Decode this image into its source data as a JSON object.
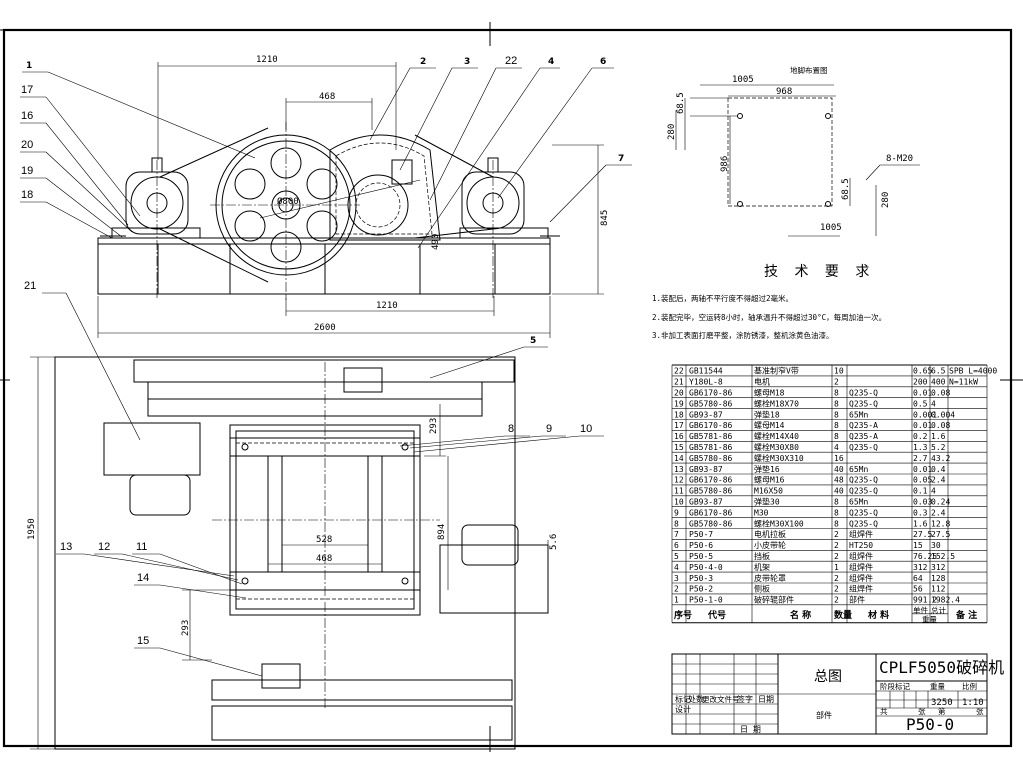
{
  "sheet": {
    "part_numbers_elevation": [
      "1",
      "17",
      "16",
      "20",
      "19",
      "18",
      "2",
      "3",
      "22",
      "4",
      "6",
      "7",
      "21"
    ],
    "part_numbers_plan": [
      "5",
      "8",
      "9",
      "10",
      "13",
      "12",
      "11",
      "14",
      "15"
    ],
    "dimensions": {
      "top_1210": "1210",
      "dim_468": "468",
      "dim_800": "Ø800",
      "dim_1210_low": "1210",
      "dim_2600": "2600",
      "dim_845": "845",
      "dim_490": "490",
      "plan_1950": "1950",
      "plan_293_top": "293",
      "plan_894": "894",
      "plan_528": "528",
      "plan_468": "468",
      "plan_293_bot": "293",
      "plan_side": "5.6"
    },
    "foundation": {
      "title": "地脚布置图",
      "d1005_top": "1005",
      "d968": "968",
      "d68_5_a": "68.5",
      "d280_left": "280",
      "d986": "986",
      "d8_m20": "8-M20",
      "d68_5_b": "68.5",
      "d280_right": "280",
      "d1005_bot": "1005"
    },
    "tech_req": {
      "title": "技 术 要 求",
      "items": [
        "1.装配后，两轴不平行度不得超过2毫米。",
        "2.装配完毕，空运转8小时，轴承温升不得超过30°C，每周加油一次。",
        "3.非加工表面打磨平整，涂防锈漆，整机涂黄色油漆。"
      ]
    },
    "bom": {
      "rows": [
        [
          "22",
          "GB11544",
          "基准制窄V带",
          "10",
          "",
          "0.65",
          "6.5",
          "SPB L=4000"
        ],
        [
          "21",
          "Y180L-8",
          "电机",
          "2",
          "",
          "200",
          "400",
          "N=11kW"
        ],
        [
          "20",
          "GB6170-86",
          "螺母M18",
          "8",
          "Q235-Q",
          "0.01",
          "0.08",
          ""
        ],
        [
          "19",
          "GB5780-86",
          "螺栓M18X70",
          "8",
          "Q235-Q",
          "0.5",
          "4",
          ""
        ],
        [
          "18",
          "GB93-87",
          "弹垫18",
          "8",
          "65Mn",
          "0.001",
          "0.004",
          ""
        ],
        [
          "17",
          "GB6170-86",
          "螺母M14",
          "8",
          "Q235-A",
          "0.01",
          "0.08",
          ""
        ],
        [
          "16",
          "GB5781-86",
          "螺栓M14X40",
          "8",
          "Q235-A",
          "0.2",
          "1.6",
          ""
        ],
        [
          "15",
          "GB5781-86",
          "螺栓M30X80",
          "4",
          "Q235-Q",
          "1.3",
          "5.2",
          ""
        ],
        [
          "14",
          "GB5780-86",
          "螺栓M30X310",
          "16",
          "",
          "2.7",
          "43.2",
          ""
        ],
        [
          "13",
          "GB93-87",
          "弹垫16",
          "40",
          "65Mn",
          "0.01",
          "0.4",
          ""
        ],
        [
          "12",
          "GB6170-86",
          "螺母M16",
          "48",
          "Q235-Q",
          "0.05",
          "2.4",
          ""
        ],
        [
          "11",
          "GB5780-86",
          "M16X50",
          "40",
          "Q235-Q",
          "0.1",
          "4",
          ""
        ],
        [
          "10",
          "GB93-87",
          "弹垫30",
          "8",
          "65Mn",
          "0.03",
          "0.24",
          ""
        ],
        [
          "9",
          "GB6170-86",
          "M30",
          "8",
          "Q235-Q",
          "0.3",
          "2.4",
          ""
        ],
        [
          "8",
          "GB5780-86",
          "螺栓M30X100",
          "8",
          "Q235-Q",
          "1.6",
          "12.8",
          ""
        ],
        [
          "7",
          "P50-7",
          "电机拉板",
          "2",
          "组焊件",
          "27.5",
          "27.5",
          ""
        ],
        [
          "6",
          "P50-6",
          "小皮带轮",
          "2",
          "HT250",
          "15",
          "30",
          ""
        ],
        [
          "5",
          "P50-5",
          "挡板",
          "2",
          "组焊件",
          "76.25",
          "152.5",
          ""
        ],
        [
          "4",
          "P50-4-0",
          "机架",
          "1",
          "组焊件",
          "312",
          "312",
          ""
        ],
        [
          "3",
          "P50-3",
          "皮带轮罩",
          "2",
          "组焊件",
          "64",
          "128",
          ""
        ],
        [
          "2",
          "P50-2",
          "侧板",
          "2",
          "组焊件",
          "56",
          "112",
          ""
        ],
        [
          "1",
          "P50-1-0",
          "破碎辊部件",
          "2",
          "部件",
          "991.2",
          "1982.4",
          ""
        ]
      ],
      "header": {
        "seq": "序号",
        "code": "代号",
        "name": "名 称",
        "qty": "数量",
        "material": "材 料",
        "unit_weight": "单件",
        "total_weight": "总计",
        "weight": "重量",
        "remark": "备 注"
      }
    },
    "title_block": {
      "drawing_title": "总图",
      "product": "CPLF5050破碎机",
      "weight": "3250",
      "scale": "1:10",
      "drawing_no": "P50-0",
      "part_label": "部件",
      "sign_row1": [
        "标记",
        "处数",
        "更改文件号",
        "签字",
        "日期"
      ],
      "sign_row2": [
        "设计",
        ""
      ],
      "stage_labels": [
        "阶段标记",
        "重量",
        "比例"
      ],
      "sheet_labels": [
        "共",
        "张",
        "第",
        "张"
      ],
      "check_label": "日 期"
    }
  }
}
